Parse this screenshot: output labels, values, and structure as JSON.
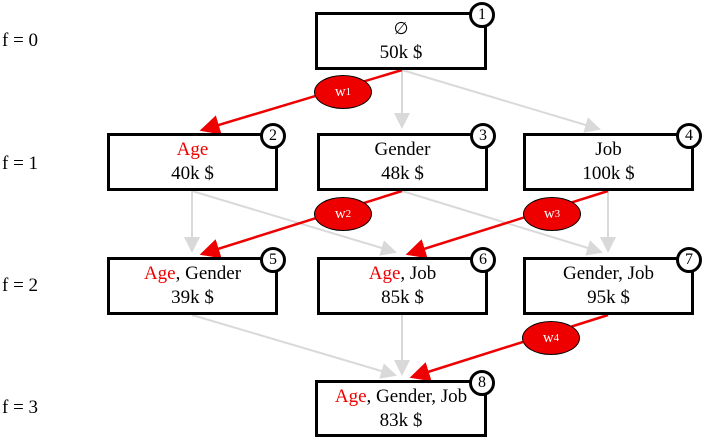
{
  "figure": {
    "levels": [
      {
        "label": "f = 0"
      },
      {
        "label": "f = 1"
      },
      {
        "label": "f = 2"
      },
      {
        "label": "f = 3"
      }
    ],
    "nodes": [
      {
        "number": "1",
        "parts": [
          {
            "text": "∅",
            "red": false
          }
        ],
        "cost": "50k $"
      },
      {
        "number": "2",
        "parts": [
          {
            "text": "Age",
            "red": true
          }
        ],
        "cost": "40k $"
      },
      {
        "number": "3",
        "parts": [
          {
            "text": "Gender",
            "red": false
          }
        ],
        "cost": "48k $"
      },
      {
        "number": "4",
        "parts": [
          {
            "text": "Job",
            "red": false
          }
        ],
        "cost": "100k $"
      },
      {
        "number": "5",
        "parts": [
          {
            "text": "Age",
            "red": true
          },
          {
            "text": ", Gender",
            "red": false
          }
        ],
        "cost": "39k $"
      },
      {
        "number": "6",
        "parts": [
          {
            "text": "Age",
            "red": true
          },
          {
            "text": ", Job",
            "red": false
          }
        ],
        "cost": "85k $"
      },
      {
        "number": "7",
        "parts": [
          {
            "text": "Gender, Job",
            "red": false
          }
        ],
        "cost": "95k $"
      },
      {
        "number": "8",
        "parts": [
          {
            "text": "Age",
            "red": true
          },
          {
            "text": ", Gender, Job",
            "red": false
          }
        ],
        "cost": "83k $"
      }
    ],
    "weights": [
      {
        "base": "w",
        "sub": "1"
      },
      {
        "base": "w",
        "sub": "2"
      },
      {
        "base": "w",
        "sub": "3"
      },
      {
        "base": "w",
        "sub": "4"
      }
    ],
    "colors": {
      "highlight": "#ee0000",
      "edge_gray": "#d9d9d9",
      "border": "#000000"
    }
  }
}
